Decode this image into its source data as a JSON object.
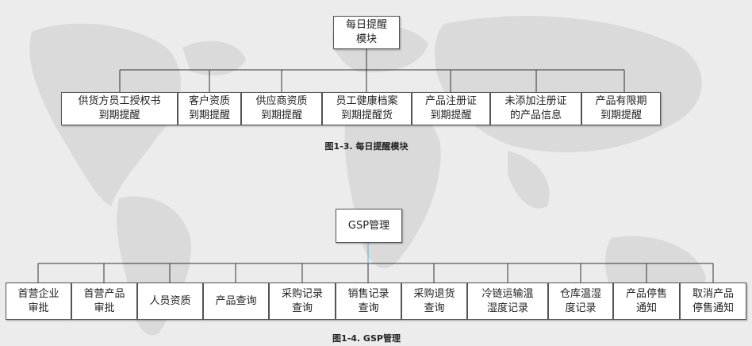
{
  "diagram1": {
    "root": "每日提醒\n模块",
    "children": [
      "供货方员工授权书\n到期提醒",
      "客户资质\n到期提醒",
      "供应商资质\n到期提醒",
      "员工健康档案\n到期提醒货",
      "产品注册证\n到期提醒",
      "未添加注册证\n的产品信息",
      "产品有限期\n到期提醒"
    ],
    "caption": "图1-3. 每日提醒模块"
  },
  "diagram2": {
    "root": "GSP管理",
    "children": [
      "首营企业\n审批",
      "首营产品\n审批",
      "人员资质",
      "产品查询",
      "采购记录\n查询",
      "销售记录\n查询",
      "采购退货\n查询",
      "冷链运输温\n湿度记录",
      "仓库温湿\n度记录",
      "产品停售\n通知",
      "取消产品\n停售通知"
    ],
    "caption": "图1-4. GSP管理"
  }
}
